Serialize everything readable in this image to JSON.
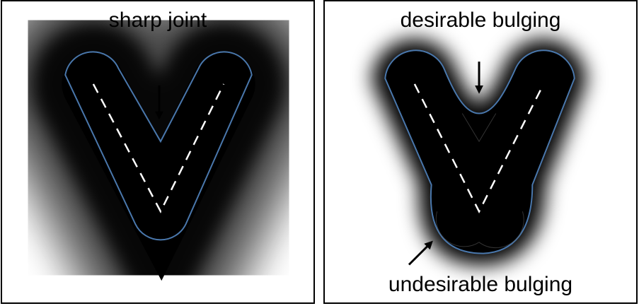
{
  "figure": {
    "left_panel": {
      "label": "sharp joint"
    },
    "right_panel": {
      "label_top": "desirable bulging",
      "label_bottom": "undesirable bulging"
    }
  },
  "colors": {
    "outline": "#4a78ad",
    "field": "#000000",
    "background": "#ffffff",
    "skeleton_dash": "#ffffff"
  }
}
